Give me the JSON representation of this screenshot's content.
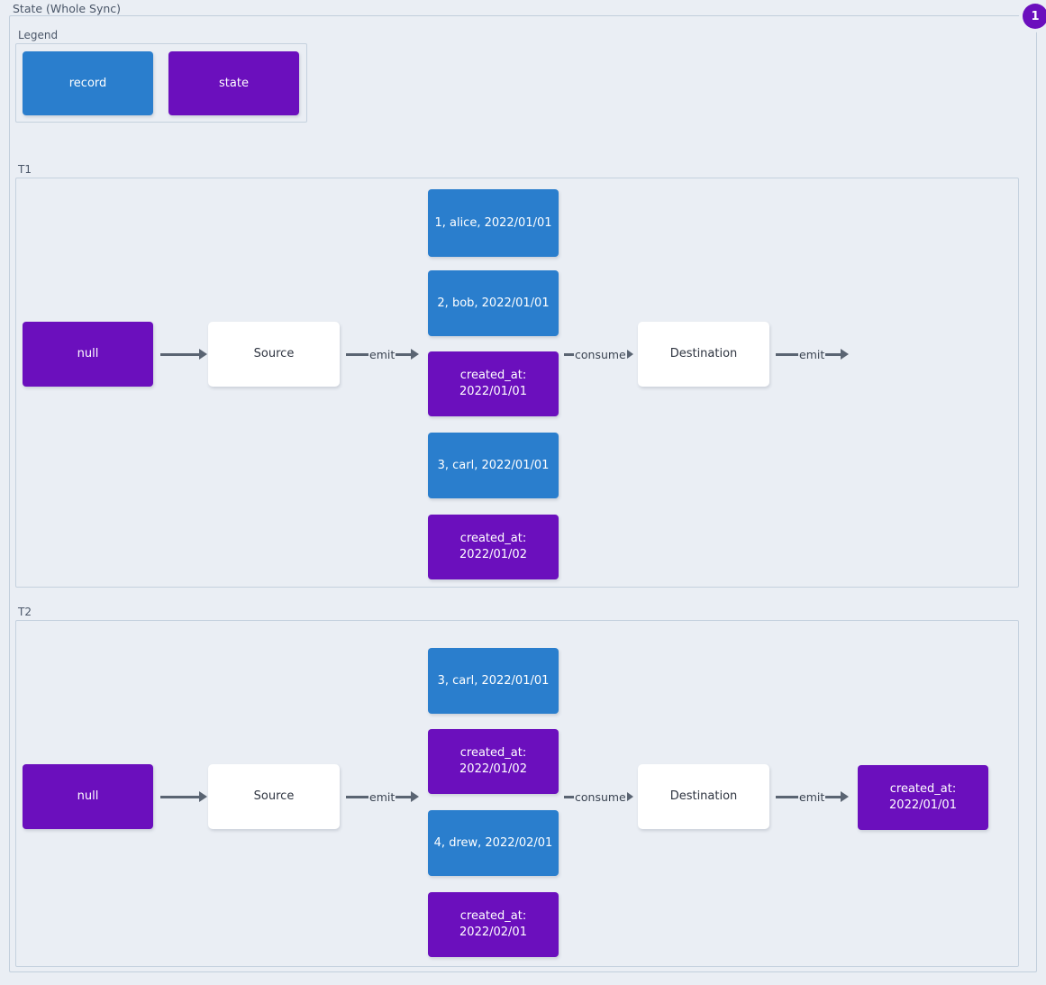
{
  "diagram": {
    "title": "State (Whole Sync)",
    "badge": "1",
    "colors": {
      "record": "#2a7ecd",
      "state": "#6b0fbd",
      "background": "#eaeef4",
      "edge": "#5a6472",
      "frame_border": "#c5d1de"
    }
  },
  "legend": {
    "label": "Legend",
    "items": [
      {
        "label": "record",
        "kind": "record"
      },
      {
        "label": "state",
        "kind": "state"
      }
    ]
  },
  "groups": [
    {
      "label": "T1",
      "initial_state": "null",
      "source": "Source",
      "destination": "Destination",
      "edges": {
        "state_to_source": "",
        "source_emit": "emit",
        "consume": "consume",
        "destination_emit": "emit"
      },
      "stream": [
        {
          "kind": "record",
          "text": "1, alice, 2022/01/01"
        },
        {
          "kind": "record",
          "text": "2, bob, 2022/01/01"
        },
        {
          "kind": "state",
          "line1": "created_at:",
          "line2": "2022/01/01"
        },
        {
          "kind": "record",
          "text": "3, carl, 2022/01/01"
        },
        {
          "kind": "state",
          "line1": "created_at:",
          "line2": "2022/01/02"
        }
      ],
      "final_state": null
    },
    {
      "label": "T2",
      "initial_state": "null",
      "source": "Source",
      "destination": "Destination",
      "edges": {
        "state_to_source": "",
        "source_emit": "emit",
        "consume": "consume",
        "destination_emit": "emit"
      },
      "stream": [
        {
          "kind": "record",
          "text": "3, carl, 2022/01/01"
        },
        {
          "kind": "state",
          "line1": "created_at:",
          "line2": "2022/01/02"
        },
        {
          "kind": "record",
          "text": "4, drew, 2022/02/01"
        },
        {
          "kind": "state",
          "line1": "created_at:",
          "line2": "2022/02/01"
        }
      ],
      "final_state": {
        "line1": "created_at:",
        "line2": "2022/01/01"
      }
    }
  ]
}
